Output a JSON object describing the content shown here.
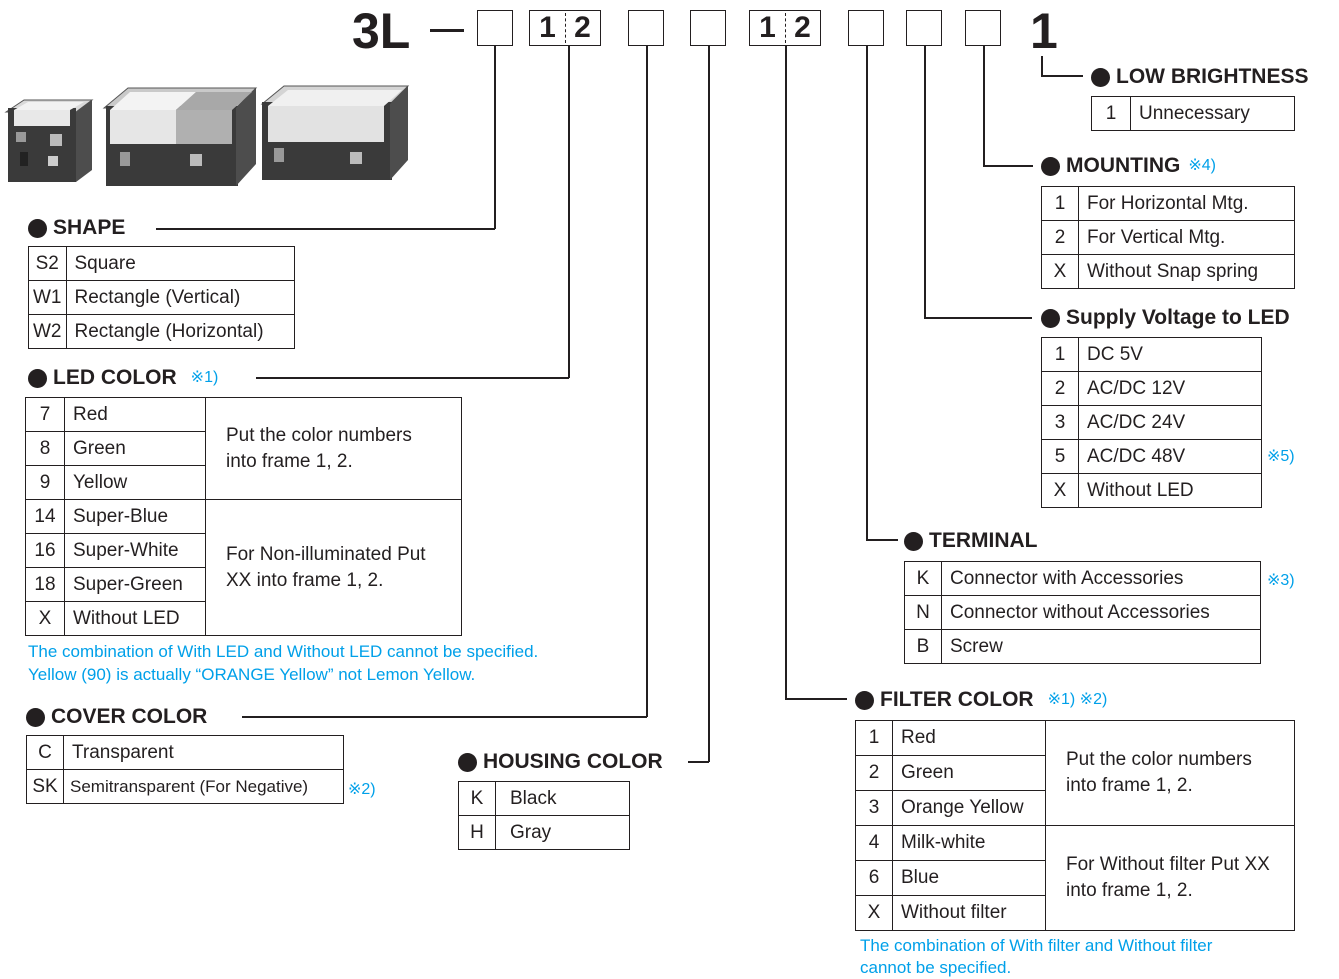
{
  "header": {
    "prefix": "3L",
    "digit1": "1",
    "digit2": "2",
    "digit3": "1",
    "digit4": "2",
    "final": "1"
  },
  "low_brightness": {
    "title": "LOW BRIGHTNESS",
    "rows": [
      {
        "code": "1",
        "label": "Unnecessary"
      }
    ]
  },
  "mounting": {
    "title": "MOUNTING",
    "note": "※4)",
    "rows": [
      {
        "code": "1",
        "label": "For Horizontal Mtg."
      },
      {
        "code": "2",
        "label": "For Vertical Mtg."
      },
      {
        "code": "X",
        "label": "Without Snap spring"
      }
    ]
  },
  "supply_voltage": {
    "title": "Supply Voltage to LED",
    "rows": [
      {
        "code": "1",
        "label": "DC  5V"
      },
      {
        "code": "2",
        "label": "AC/DC 12V"
      },
      {
        "code": "3",
        "label": "AC/DC 24V"
      },
      {
        "code": "5",
        "label": "AC/DC 48V"
      },
      {
        "code": "X",
        "label": "Without LED"
      }
    ],
    "row_note": "※5)"
  },
  "terminal": {
    "title": "TERMINAL",
    "rows": [
      {
        "code": "K",
        "label": "Connector with Accessories"
      },
      {
        "code": "N",
        "label": "Connector without Accessories"
      },
      {
        "code": "B",
        "label": "Screw"
      }
    ],
    "row_note": "※3)"
  },
  "filter_color": {
    "title": "FILTER COLOR",
    "note": "※1) ※2)",
    "rows": [
      {
        "code": "1",
        "label": "Red"
      },
      {
        "code": "2",
        "label": "Green"
      },
      {
        "code": "3",
        "label": "Orange Yellow"
      },
      {
        "code": "4",
        "label": "Milk-white"
      },
      {
        "code": "6",
        "label": "Blue"
      },
      {
        "code": "X",
        "label": "Without filter"
      }
    ],
    "merged_text_1": "Put the color numbers into frame 1, 2.",
    "merged_text_2": "For Without filter Put XX into frame 1, 2.",
    "footnote_1": "The combination of With filter and Without filter",
    "footnote_2": "cannot be specified."
  },
  "shape": {
    "title": "SHAPE",
    "rows": [
      {
        "code": "S2",
        "label": "Square"
      },
      {
        "code": "W1",
        "label": "Rectangle (Vertical)"
      },
      {
        "code": "W2",
        "label": "Rectangle (Horizontal)"
      }
    ]
  },
  "led_color": {
    "title": "LED COLOR",
    "note": "※1)",
    "rows": [
      {
        "code": "7",
        "label": "Red"
      },
      {
        "code": "8",
        "label": "Green"
      },
      {
        "code": "9",
        "label": "Yellow"
      },
      {
        "code": "14",
        "label": "Super-Blue"
      },
      {
        "code": "16",
        "label": "Super-White"
      },
      {
        "code": "18",
        "label": "Super-Green"
      },
      {
        "code": "X",
        "label": "Without LED"
      }
    ],
    "merged_text_1": "Put the color numbers into frame 1, 2.",
    "merged_text_2": "For Non-illuminated Put XX into frame 1, 2.",
    "footnote_1": "The combination of With LED and Without LED cannot be specified.",
    "footnote_2": "Yellow (90) is actually “ORANGE Yellow” not Lemon Yellow."
  },
  "cover_color": {
    "title": "COVER COLOR",
    "rows": [
      {
        "code": "C",
        "label": "Transparent"
      },
      {
        "code": "SK",
        "label": "Semitransparent (For Negative)"
      }
    ],
    "row_note": "※2)"
  },
  "housing_color": {
    "title": "HOUSING COLOR",
    "rows": [
      {
        "code": "K",
        "label": "Black"
      },
      {
        "code": "H",
        "label": "Gray"
      }
    ]
  },
  "colors": {
    "ink": "#231f20",
    "note_blue": "#00a0e9"
  }
}
